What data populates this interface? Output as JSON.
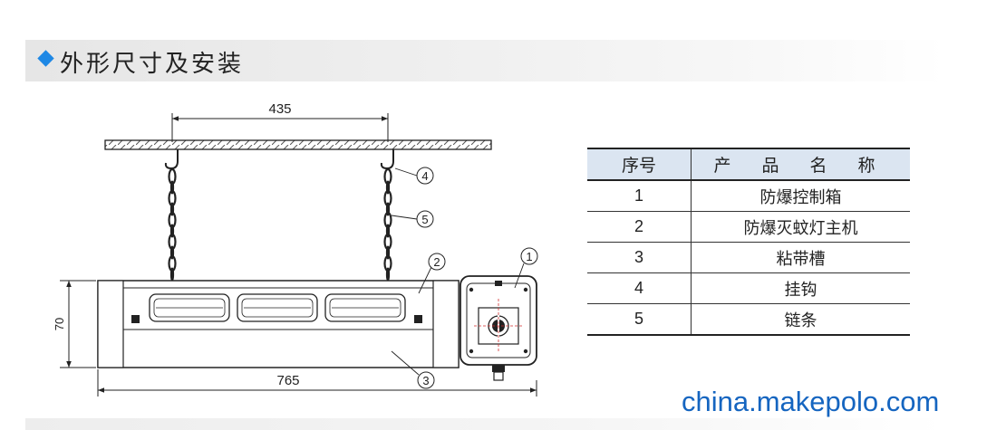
{
  "section": {
    "title": "外形尺寸及安装"
  },
  "dimensions": {
    "chain_spacing": "435",
    "total_length": "765",
    "height": "70"
  },
  "callouts": [
    "1",
    "2",
    "3",
    "4",
    "5"
  ],
  "parts_table": {
    "headers": [
      "序号",
      "产 品 名 称"
    ],
    "rows": [
      [
        "1",
        "防爆控制箱"
      ],
      [
        "2",
        "防爆灭蚊灯主机"
      ],
      [
        "3",
        "粘带槽"
      ],
      [
        "4",
        "挂钩"
      ],
      [
        "5",
        "链条"
      ]
    ]
  },
  "watermark": "china.makepolo.com",
  "colors": {
    "accent": "#1e88e5",
    "table_header": "#dbe5f1",
    "watermark": "#1565c0"
  }
}
